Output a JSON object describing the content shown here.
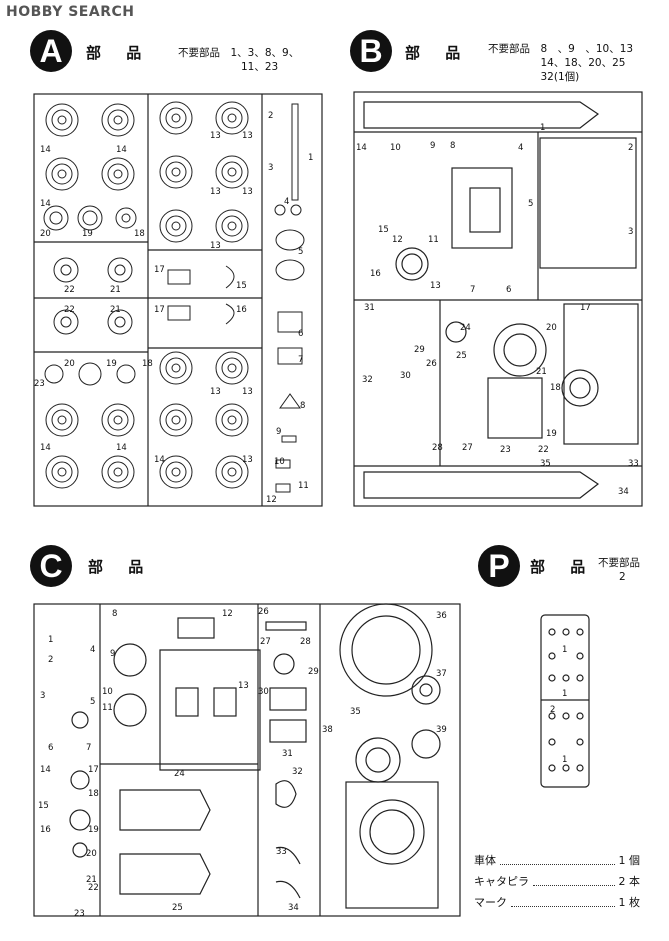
{
  "site_logo": "HOBBY SEARCH",
  "sections": {
    "A": {
      "letter": "A",
      "title": "部 品",
      "unneeded": "不要部品　1、3、8、9、\n　　　　　　11、23"
    },
    "B": {
      "letter": "B",
      "title": "部 品",
      "unneeded": "不要部品　8　、9　、10、13\n　　　　　14、18、20、25\n　　　　　32(1個)"
    },
    "C": {
      "letter": "C",
      "title": "部 品",
      "unneeded": ""
    },
    "P": {
      "letter": "P",
      "title": "部 品",
      "unneeded": "不要部品\n　　2"
    }
  },
  "summary": [
    {
      "label": "車体",
      "value": "1 個"
    },
    {
      "label": "キャタピラ",
      "value": "2 本"
    },
    {
      "label": "マーク",
      "value": "1 枚"
    }
  ],
  "part_numbers": {
    "A": [
      "14",
      "14",
      "13",
      "13",
      "14",
      "13",
      "13",
      "20",
      "19",
      "18",
      "13",
      "22",
      "21",
      "17",
      "15",
      "22",
      "21",
      "17",
      "16",
      "20",
      "19",
      "18",
      "23",
      "14",
      "14",
      "13",
      "13",
      "14",
      "13",
      "1",
      "2",
      "3",
      "4",
      "5",
      "6",
      "7",
      "8",
      "9",
      "10",
      "11",
      "12"
    ],
    "B": [
      "1",
      "14",
      "10",
      "9",
      "8",
      "4",
      "2",
      "3",
      "5",
      "15",
      "12",
      "11",
      "16",
      "13",
      "7",
      "6",
      "31",
      "24",
      "20",
      "29",
      "26",
      "30",
      "25",
      "21",
      "18",
      "28",
      "27",
      "23",
      "22",
      "19",
      "35",
      "33",
      "34",
      "32",
      "17"
    ],
    "C": [
      "1",
      "2",
      "3",
      "4",
      "5",
      "6",
      "7",
      "8",
      "9",
      "10",
      "11",
      "12",
      "13",
      "14",
      "15",
      "16",
      "17",
      "18",
      "19",
      "20",
      "21",
      "22",
      "23",
      "24",
      "25",
      "26",
      "27",
      "28",
      "29",
      "30",
      "31",
      "32",
      "33",
      "34",
      "35",
      "36",
      "37",
      "38",
      "39"
    ],
    "P": [
      "1",
      "1",
      "2",
      "1"
    ]
  }
}
